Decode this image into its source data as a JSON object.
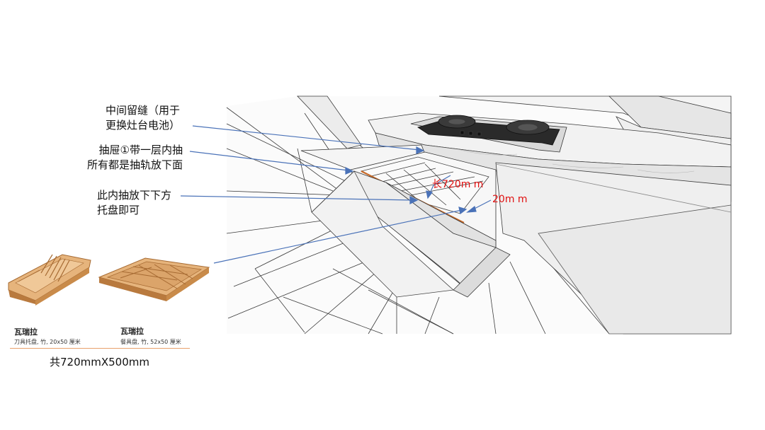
{
  "callouts": {
    "gap_line1": "中间留缝（用于",
    "gap_line2": "更换灶台电池）",
    "drawer_line1": "抽屉①带一层内抽",
    "drawer_line2": "所有都是抽轨放下面",
    "tray_line1": "此内抽放下下方",
    "tray_line2": "托盘即可"
  },
  "dimensions": {
    "length": "长720m m",
    "height": "20m m"
  },
  "products": [
    {
      "name": "瓦瑞拉",
      "desc": "刀具托盘, 竹, 20x50 厘米"
    },
    {
      "name": "瓦瑞拉",
      "desc": "餐具盘, 竹, 52x50 厘米"
    }
  ],
  "total": "共720mmX500mm",
  "colors": {
    "callout_line": "#4a72b8",
    "dimension_red": "#e01010",
    "bamboo_light": "#e2b27a",
    "bamboo_dark": "#b97a3e",
    "sketch_line": "#3a3a3a",
    "underline": "#e8a06a"
  }
}
